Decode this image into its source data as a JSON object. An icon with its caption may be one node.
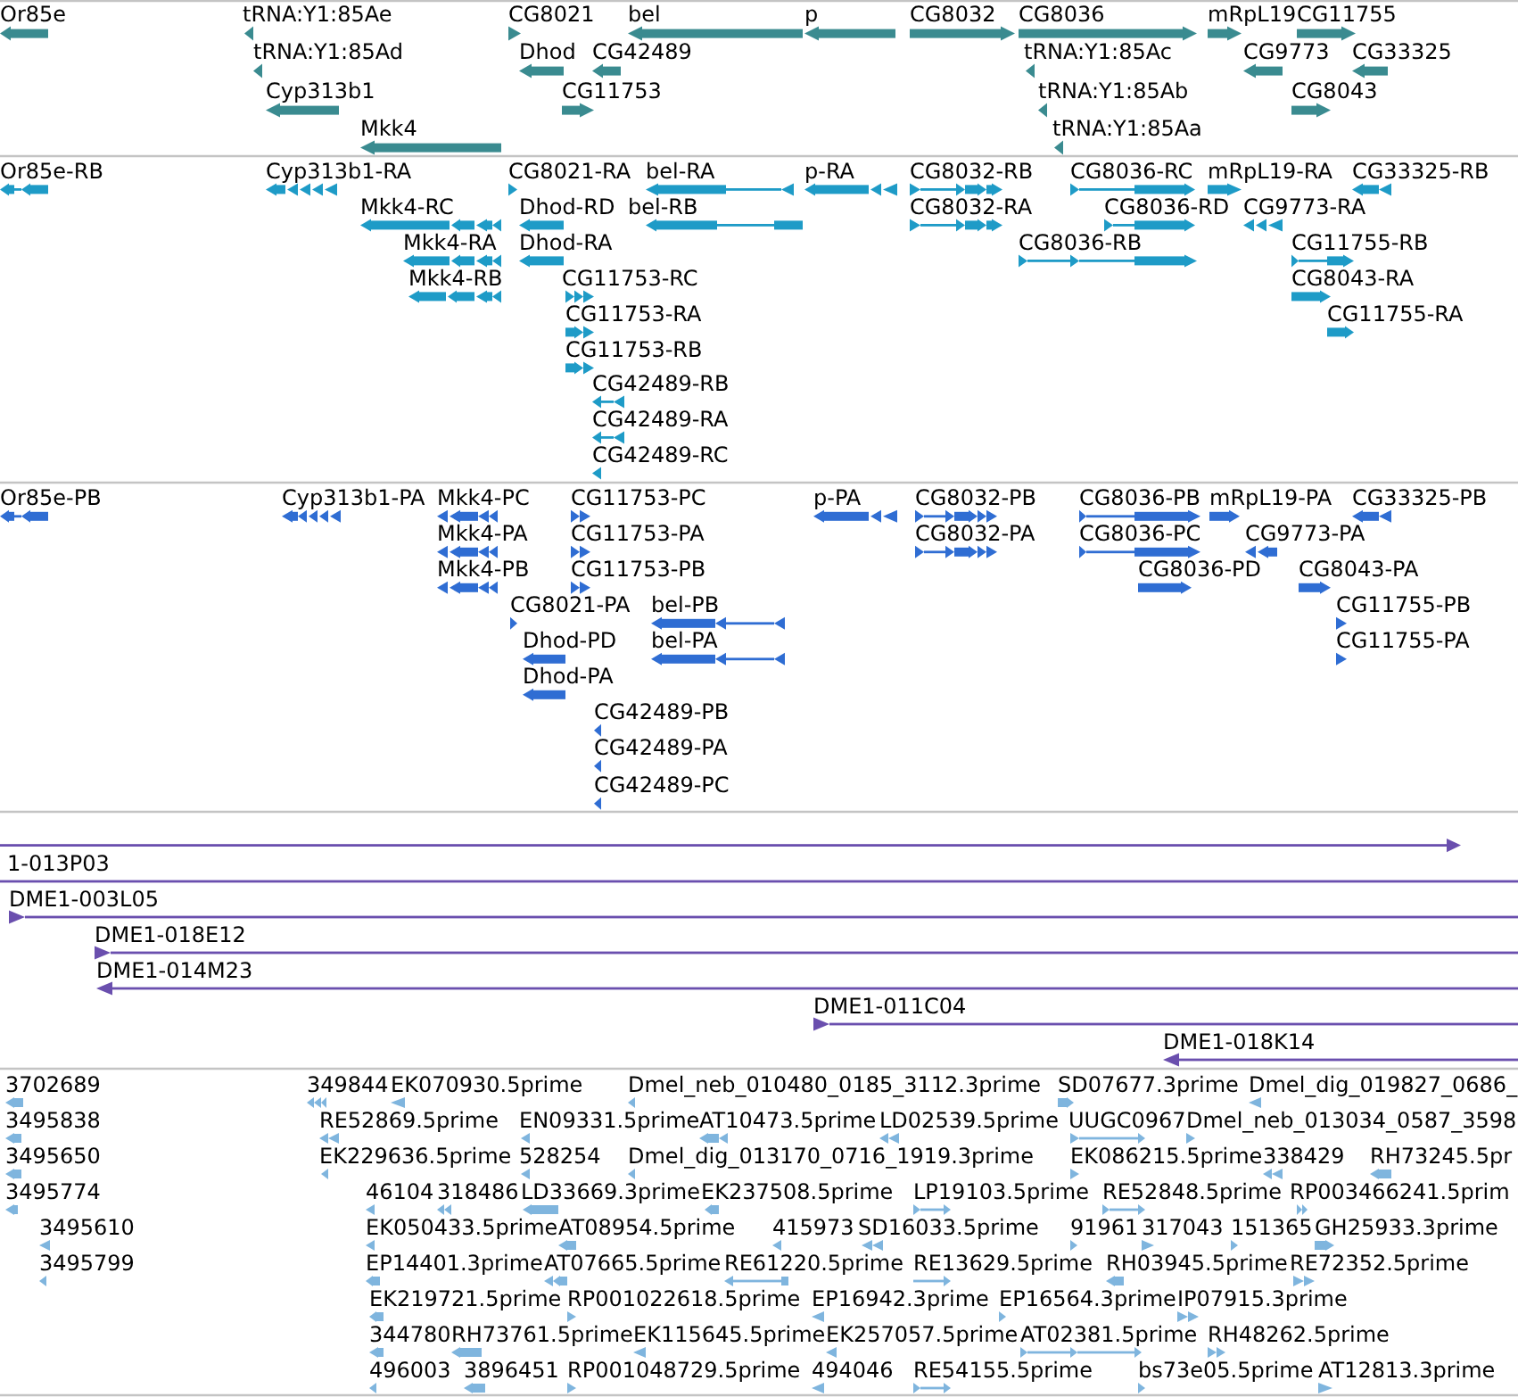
{
  "diagram": {
    "nodes": [
      {
        "text": [
          "Or85e"
        ]
      },
      {
        "text": [
          "tRNA:Y1:85Ae"
        ]
      },
      {
        "text": [
          "CG8021"
        ]
      },
      {
        "text": [
          "bel"
        ]
      },
      {
        "text": [
          "p"
        ]
      },
      {
        "text": [
          "CG8032"
        ]
      },
      {
        "text": [
          "CG8036"
        ]
      },
      {
        "text": [
          "mRpL19"
        ]
      },
      {
        "text": [
          "CG11755"
        ]
      },
      {
        "text": [
          "tRNA:Y1:85Ad"
        ]
      },
      {
        "text": [
          "Dhod"
        ]
      },
      {
        "text": [
          "CG42489"
        ]
      },
      {
        "text": [
          "tRNA:Y1:85Ac"
        ]
      },
      {
        "text": [
          "CG9773"
        ]
      },
      {
        "text": [
          "CG33325"
        ]
      },
      {
        "text": [
          "Cyp313b1"
        ]
      },
      {
        "text": [
          "CG11753"
        ]
      },
      {
        "text": [
          "tRNA:Y1:85Ab"
        ]
      },
      {
        "text": [
          "CG8043"
        ]
      },
      {
        "text": [
          "Mkk4"
        ]
      },
      {
        "text": [
          "tRNA:Y1:85Aa"
        ]
      },
      {
        "text": [
          "Or85e-RB"
        ]
      },
      {
        "text": [
          "Cyp313b1-RA"
        ]
      },
      {
        "text": [
          "CG8021-RA"
        ]
      },
      {
        "text": [
          "bel-RA"
        ]
      },
      {
        "text": [
          "p-RA"
        ]
      },
      {
        "text": [
          "CG8032-RB"
        ]
      },
      {
        "text": [
          "CG8036-RC"
        ]
      },
      {
        "text": [
          "mRpL19-RA"
        ]
      },
      {
        "text": [
          "CG33325-RB"
        ]
      },
      {
        "text": [
          "Mkk4-RC"
        ]
      },
      {
        "text": [
          "Dhod-RD"
        ]
      },
      {
        "text": [
          "bel-RB"
        ]
      },
      {
        "text": [
          "CG8032-RA"
        ]
      },
      {
        "text": [
          "CG8036-RD"
        ]
      },
      {
        "text": [
          "CG9773-RA"
        ]
      },
      {
        "text": [
          "Mkk4-RA"
        ]
      },
      {
        "text": [
          "Dhod-RA"
        ]
      },
      {
        "text": [
          "CG8036-RB"
        ]
      },
      {
        "text": [
          "CG11755-RB"
        ]
      },
      {
        "text": [
          "Mkk4-RB"
        ]
      },
      {
        "text": [
          "CG11753-RC"
        ]
      },
      {
        "text": [
          "CG8043-RA"
        ]
      },
      {
        "text": [
          "CG11753-RA"
        ]
      },
      {
        "text": [
          "CG11755-RA"
        ]
      },
      {
        "text": [
          "CG11753-RB"
        ]
      },
      {
        "text": [
          "CG42489-RB"
        ]
      },
      {
        "text": [
          "CG42489-RA"
        ]
      },
      {
        "text": [
          "CG42489-RC"
        ]
      },
      {
        "text": [
          "Or85e-PB"
        ]
      },
      {
        "text": [
          "Cyp313b1-PA"
        ]
      },
      {
        "text": [
          "Mkk4-PC"
        ]
      },
      {
        "text": [
          "CG11753-PC"
        ]
      },
      {
        "text": [
          "p-PA"
        ]
      },
      {
        "text": [
          "CG8032-PB"
        ]
      },
      {
        "text": [
          "CG8036-PB"
        ]
      },
      {
        "text": [
          "mRpL19-PA"
        ]
      },
      {
        "text": [
          "CG33325-PB"
        ]
      },
      {
        "text": [
          "Mkk4-PA"
        ]
      },
      {
        "text": [
          "CG11753-PA"
        ]
      },
      {
        "text": [
          "CG8032-PA"
        ]
      },
      {
        "text": [
          "CG8036-PC"
        ]
      },
      {
        "text": [
          "CG9773-PA"
        ]
      },
      {
        "text": [
          "Mkk4-PB"
        ]
      },
      {
        "text": [
          "CG11753-PB"
        ]
      },
      {
        "text": [
          "CG8036-PD"
        ]
      },
      {
        "text": [
          "CG8043-PA"
        ]
      },
      {
        "text": [
          "CG8021-PA"
        ]
      },
      {
        "text": [
          "bel-PB"
        ]
      },
      {
        "text": [
          "CG11755-PB"
        ]
      },
      {
        "text": [
          "Dhod-PD"
        ]
      },
      {
        "text": [
          "bel-PA"
        ]
      },
      {
        "text": [
          "CG11755-PA"
        ]
      },
      {
        "text": [
          "Dhod-PA"
        ]
      },
      {
        "text": [
          "CG42489-PB"
        ]
      },
      {
        "text": [
          "CG42489-PA"
        ]
      },
      {
        "text": [
          "CG42489-PC"
        ]
      },
      {
        "text": [],
        "shape": "bar"
      },
      {
        "text": [
          "1-013P03"
        ]
      },
      {
        "text": [
          "DME1-003L05"
        ]
      },
      {
        "text": [
          "DME1-018E12"
        ]
      },
      {
        "text": [
          "DME1-014M23"
        ]
      },
      {
        "text": [
          "DME1-011C04"
        ]
      },
      {
        "text": [
          "DME1-018K14"
        ]
      },
      {
        "text": [
          "3702689"
        ]
      },
      {
        "text": [
          "349844"
        ]
      },
      {
        "text": [
          "EK070930.5prime"
        ]
      },
      {
        "text": [
          "Dmel_neb_010480_0185_3112.3prime"
        ]
      },
      {
        "text": [
          "SD07677.3prime"
        ]
      },
      {
        "text": [
          "Dmel_dig_019827_0686_"
        ]
      },
      {
        "text": [
          "3495838"
        ]
      },
      {
        "text": [
          "RE52869.5prime"
        ]
      },
      {
        "text": [
          "EN09331.5prime"
        ]
      },
      {
        "text": [
          "AT10473.5prime"
        ]
      },
      {
        "text": [
          "LD02539.5prime"
        ]
      },
      {
        "text": [
          "UUGC0967"
        ]
      },
      {
        "text": [
          "Dmel_neb_013034_0587_3598"
        ]
      },
      {
        "text": [
          "3495650"
        ]
      },
      {
        "text": [
          "EK229636.5prime"
        ]
      },
      {
        "text": [
          "528254"
        ]
      },
      {
        "text": [
          "Dmel_dig_013170_0716_1919.3prime"
        ]
      },
      {
        "text": [
          "EK086215.5prime"
        ]
      },
      {
        "text": [
          "338429"
        ]
      },
      {
        "text": [
          "RH73245.5pr"
        ]
      },
      {
        "text": [
          "3495774"
        ]
      },
      {
        "text": [
          "46104"
        ]
      },
      {
        "text": [
          "318486"
        ]
      },
      {
        "text": [
          "LD33669.3prime"
        ]
      },
      {
        "text": [
          "EK237508.5prime"
        ]
      },
      {
        "text": [
          "LP19103.5prime"
        ]
      },
      {
        "text": [
          "RE52848.5prime"
        ]
      },
      {
        "text": [
          "RP003466241.5prim"
        ]
      },
      {
        "text": [
          "3495610"
        ]
      },
      {
        "text": [
          "EK050433.5prime"
        ]
      },
      {
        "text": [
          "AT08954.5prime"
        ]
      },
      {
        "text": [
          "415973"
        ]
      },
      {
        "text": [
          "SD16033.5prime"
        ]
      },
      {
        "text": [
          "91961"
        ]
      },
      {
        "text": [
          "317043"
        ]
      },
      {
        "text": [
          "151365"
        ]
      },
      {
        "text": [
          "GH25933.3prime"
        ]
      },
      {
        "text": [
          "3495799"
        ]
      },
      {
        "text": [
          "EP14401.3prime"
        ]
      },
      {
        "text": [
          "AT07665.5prime"
        ]
      },
      {
        "text": [
          "RE61220.5prime"
        ]
      },
      {
        "text": [
          "RE13629.5prime"
        ]
      },
      {
        "text": [
          "RH03945.5prime"
        ]
      },
      {
        "text": [
          "RE72352.5prime"
        ]
      },
      {
        "text": [
          "EK219721.5prime"
        ]
      },
      {
        "text": [
          "RP001022618.5prime"
        ]
      },
      {
        "text": [
          "EP16942.3prime"
        ]
      },
      {
        "text": [
          "EP16564.3prime"
        ]
      },
      {
        "text": [
          "IP07915.3prime"
        ]
      },
      {
        "text": [
          "344780"
        ]
      },
      {
        "text": [
          "RH73761.5prime"
        ]
      },
      {
        "text": [
          "EK115645.5prime"
        ]
      },
      {
        "text": [
          "EK257057.5prime"
        ]
      },
      {
        "text": [
          "AT02381.5prime"
        ]
      },
      {
        "text": [
          "RH48262.5prime"
        ]
      },
      {
        "text": [
          "496003"
        ]
      },
      {
        "text": [
          "3896451"
        ]
      },
      {
        "text": [
          "RP001048729.5prime"
        ]
      },
      {
        "text": [
          "494046"
        ]
      },
      {
        "text": [
          "RE54155.5prime"
        ]
      },
      {
        "text": [
          "bs73e05.5prime"
        ]
      },
      {
        "text": [
          "AT12813.3prime"
        ]
      }
    ]
  }
}
